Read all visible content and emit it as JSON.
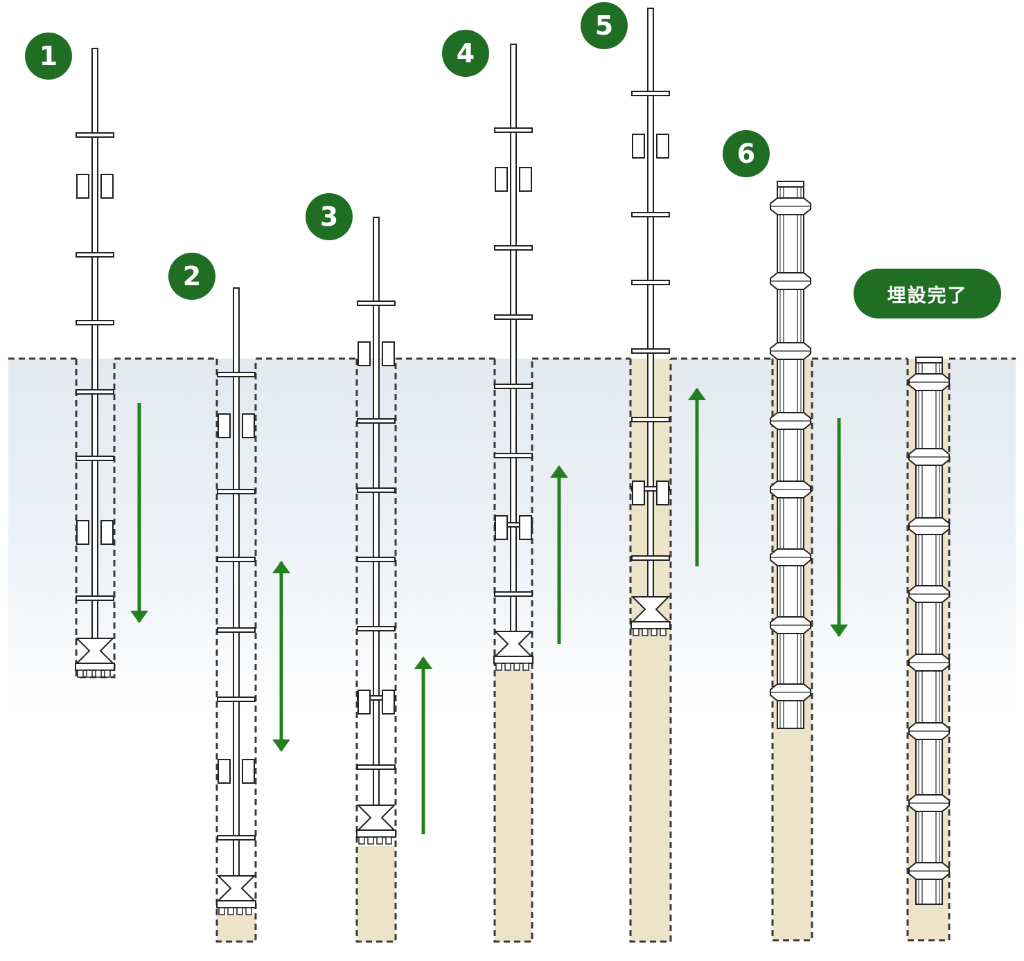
{
  "colors": {
    "green": "#1f6e24",
    "arrow_green": "#22801f",
    "ground": "#e7edf3",
    "soil": "#ece3c9",
    "line": "#222222",
    "dash": "#3a3a3a"
  },
  "steps": [
    {
      "number": "1",
      "direction": "down"
    },
    {
      "number": "2",
      "direction": "up-down"
    },
    {
      "number": "3",
      "direction": "up"
    },
    {
      "number": "4",
      "direction": "up"
    },
    {
      "number": "5",
      "direction": "up"
    },
    {
      "number": "6",
      "direction": "down"
    }
  ],
  "completion_label": "埋設完了"
}
